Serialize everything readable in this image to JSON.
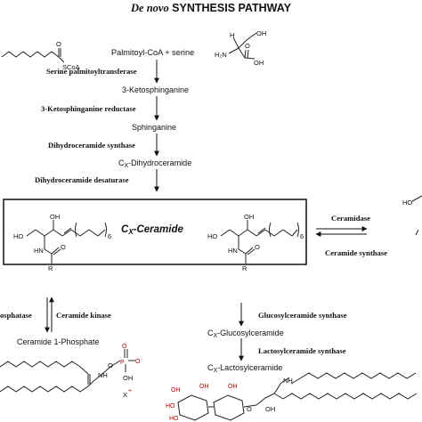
{
  "title_italic": "De novo",
  "title_rest": " SYNTHESIS PATHWAY",
  "substrates": "Palmitoyl-CoA + serine",
  "enzymes": {
    "spt": "Serine palmitoyltransferase",
    "ksr": "3-Ketosphinganine reductase",
    "cers": "Dihydroceramide synthase",
    "des": "Dihydroceramide desaturase",
    "ceramidase": "Ceramidase",
    "ceramide_synthase": "Ceramide synthase",
    "phosphatase": "osphatase",
    "ceramide_kinase": "Ceramide kinase",
    "gcs": "Glucosylceramide synthase",
    "lcs": "Lactosylceramide synthase"
  },
  "metabolites": {
    "ketosphinganine": "3-Ketosphinganine",
    "sphinganine": "Sphinganine",
    "dihydroceramide_cx": "C",
    "dihydroceramide_sub": "X",
    "dihydroceramide_rest": "-Dihydroceramide",
    "ceramide_cx": "C",
    "ceramide_sub": "X",
    "ceramide_rest": "-Ceramide",
    "c1p": "Ceramide 1-Phosphate",
    "glucosyl_cx": "C",
    "glucosyl_sub": "X",
    "glucosyl_rest": "-Glucosylceramide",
    "lactosyl_cx": "C",
    "lactosyl_sub": "X",
    "lactosyl_rest": "-Lactosylceramide"
  },
  "structure_atoms": {
    "scoa": "SCoA",
    "o": "O",
    "oh": "OH",
    "ho": "HO",
    "hn": "HN",
    "h2n": "H₂N",
    "h": "H",
    "r": "R",
    "n6": "6",
    "p": "P",
    "x": "X",
    "nh": "NH",
    "plus": "+"
  }
}
